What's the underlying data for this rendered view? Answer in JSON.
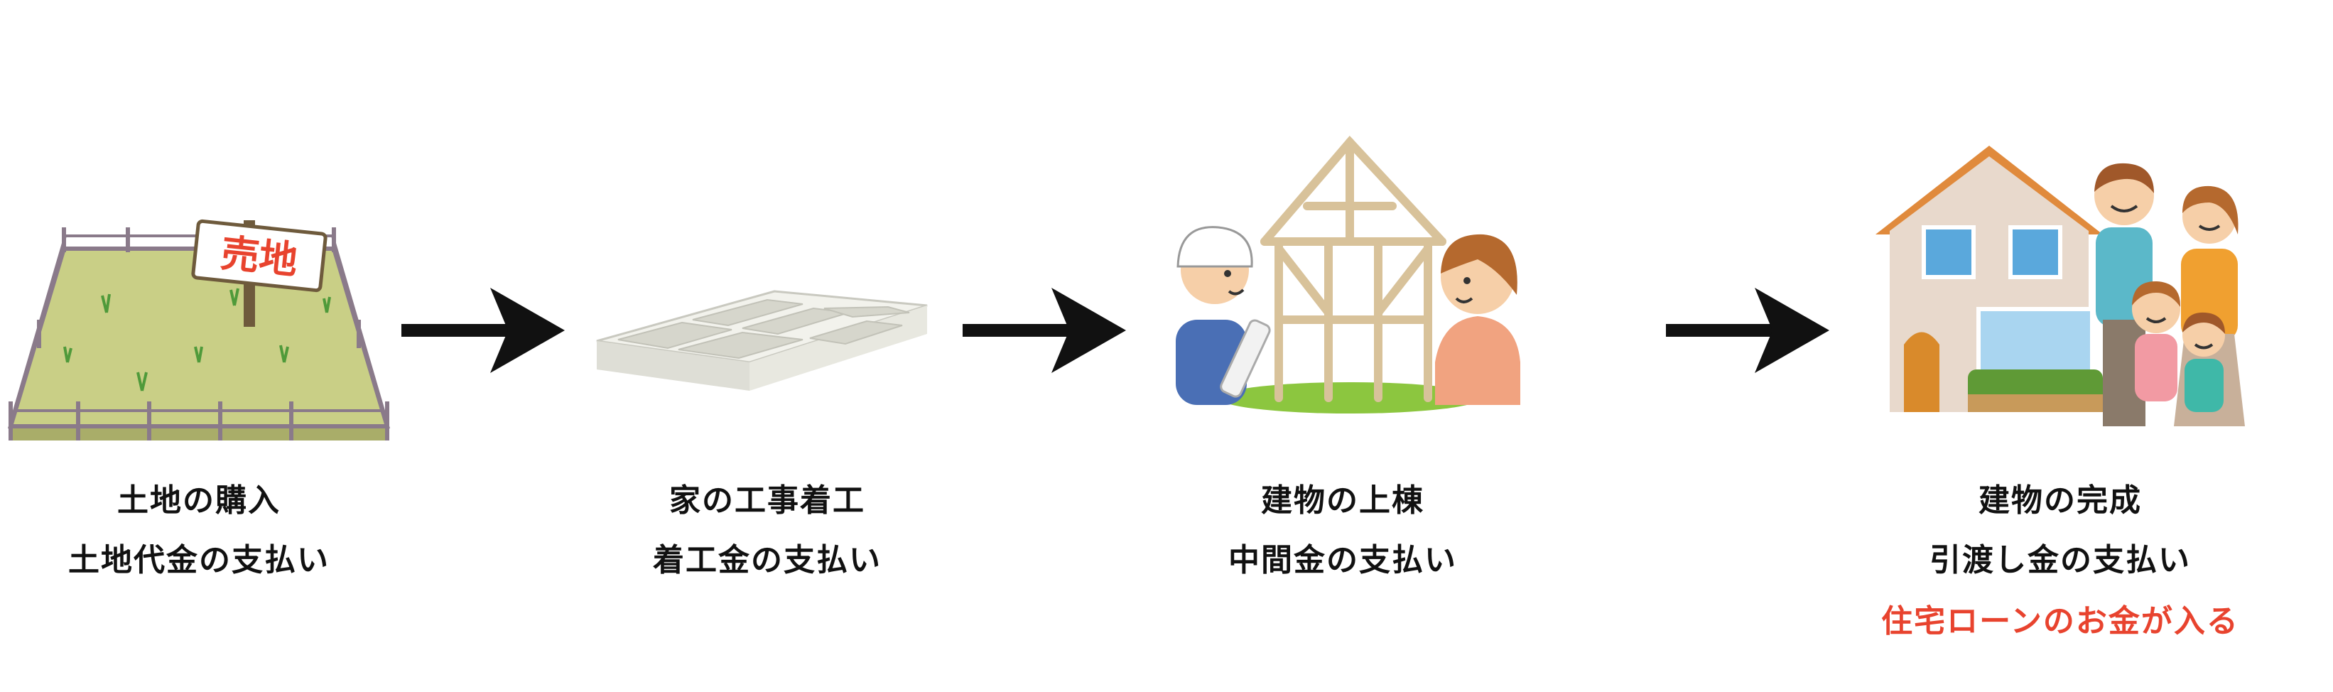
{
  "stages": [
    {
      "sign_text": "売地",
      "line1": "土地の購入",
      "line2": "土地代金の支払い"
    },
    {
      "line1": "家の工事着工",
      "line2": "着工金の支払い"
    },
    {
      "line1": "建物の上棟",
      "line2": "中間金の支払い"
    },
    {
      "line1": "建物の完成",
      "line2": "引渡し金の支払い",
      "line3": "住宅ローンのお金が入る"
    }
  ],
  "colors": {
    "text": "#111111",
    "highlight": "#e8432e",
    "arrow": "#111111"
  }
}
